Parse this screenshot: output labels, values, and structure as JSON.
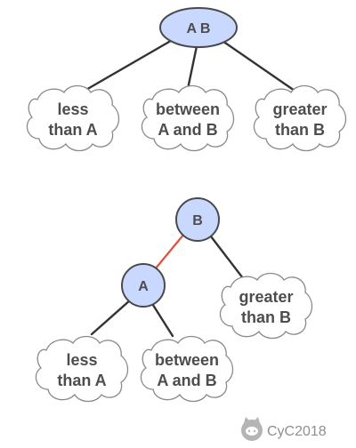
{
  "top_tree": {
    "root_label": "A B",
    "children": [
      {
        "line1": "less",
        "line2": "than A"
      },
      {
        "line1": "between",
        "line2": "A and B"
      },
      {
        "line1": "greater",
        "line2": "than B"
      }
    ]
  },
  "bottom_tree": {
    "root_label": "B",
    "inner_label": "A",
    "right_leaf": {
      "line1": "greater",
      "line2": "than B"
    },
    "left_leaf": {
      "line1": "less",
      "line2": "than A"
    },
    "middle_leaf": {
      "line1": "between",
      "line2": "A and B"
    }
  },
  "colors": {
    "node_fill": "#c9d8ff",
    "edge": "#333333",
    "highlight_edge": "#e0523f",
    "text": "#4d4d4d"
  },
  "watermark": {
    "icon": "github-octocat-icon",
    "text": "CyC2018"
  }
}
